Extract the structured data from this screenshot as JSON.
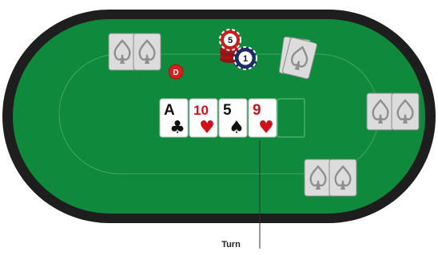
{
  "table": {
    "felt_color": "#0f8a3c",
    "rail_color": "#1e1e1e",
    "dealer_button": {
      "label": "D",
      "color": "#d42020"
    }
  },
  "board": {
    "cards": [
      {
        "rank": "A",
        "suit": "♣",
        "suit_name": "clubs",
        "color": "#111111"
      },
      {
        "rank": "10",
        "suit": "♥",
        "suit_name": "hearts",
        "color": "#d0101b"
      },
      {
        "rank": "5",
        "suit": "♠",
        "suit_name": "spades",
        "color": "#111111"
      },
      {
        "rank": "9",
        "suit": "♥",
        "suit_name": "hearts",
        "color": "#d0101b"
      }
    ],
    "empty_slot": true
  },
  "pot": {
    "chips": [
      {
        "label": "5",
        "color": "#c81e1e"
      },
      {
        "label": "1",
        "color": "#1c2a66"
      }
    ]
  },
  "annotation": {
    "label": "Turn"
  },
  "card_back_icon": "spade-logo-icon"
}
